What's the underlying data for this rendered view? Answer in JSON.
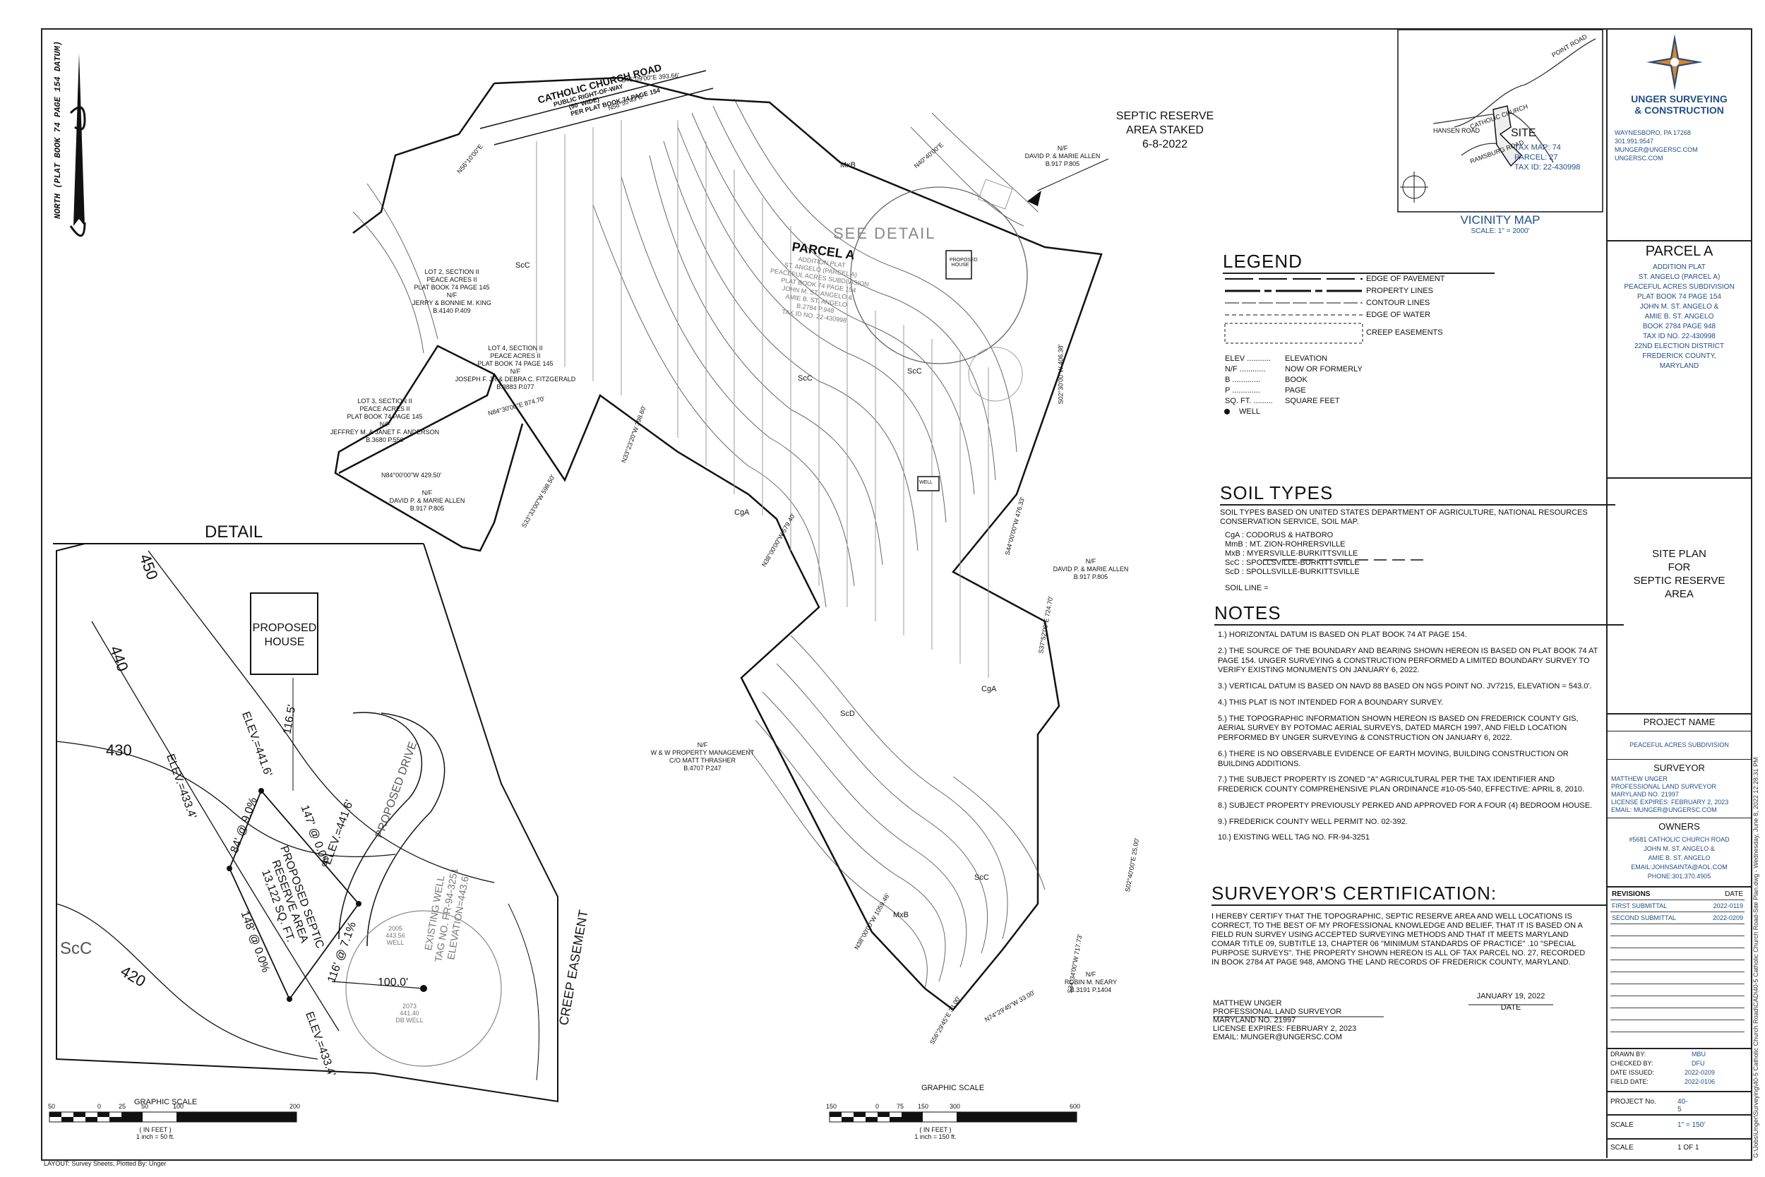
{
  "sheet": {
    "layout_note": "LAYOUT: Survey Sheets, Plotted By: Unger"
  },
  "north_arrow": {
    "label": "NORTH (PLAT BOOK 74 PAGE 154 DATUM)"
  },
  "road": {
    "name": "CATHOLIC CHURCH ROAD",
    "row": "PUBLIC RIGHT-OF-WAY",
    "width": "(50' WIDE)",
    "ref": "PER PLAT BOOK 74 PAGE 154"
  },
  "septic_callout": {
    "line1": "SEPTIC RESERVE",
    "line2": "AREA STAKED",
    "line3": "6-8-2022"
  },
  "see_detail": "SEE DETAIL",
  "parcel_label": {
    "title": "PARCEL A",
    "lines": [
      "ADDITION PLAT",
      "ST. ANGELO (PARCEL A)",
      "PEACEFUL ACRES SUBDIVISION",
      "PLAT BOOK 74 PAGE 154",
      "JOHN M. ST. ANGELO &",
      "AMIE B. ST. ANGELO",
      "B.2784 P.948",
      "TAX ID NO. 22-430998"
    ]
  },
  "adjoiners": [
    {
      "lines": [
        "LOT 2, SECTION II",
        "PEACE ACRES II",
        "PLAT BOOK 74 PAGE 145",
        "N/F",
        "JERRY & BONNIE M. KING",
        "B.4140 P.409"
      ]
    },
    {
      "lines": [
        "LOT 4, SECTION II",
        "PEACE ACRES II",
        "PLAT BOOK 74 PAGE 145",
        "N/F",
        "JOSEPH F. JR & DEBRA C. FITZGERALD",
        "B.3883 P.077"
      ]
    },
    {
      "lines": [
        "LOT 3, SECTION II",
        "PEACE ACRES II",
        "PLAT BOOK 74 PAGE 145",
        "N/F",
        "JEFFREY M. & JANET F. ANDERSON",
        "B.3680 P.550"
      ]
    },
    {
      "lines": [
        "N/F",
        "DAVID P. & MARIE ALLEN",
        "B.917 P.805"
      ]
    },
    {
      "lines": [
        "N/F",
        "DAVID P. & MARIE ALLEN",
        "B.917 P.805"
      ]
    },
    {
      "lines": [
        "N/F",
        "DAVID P. & MARIE ALLEN",
        "B.917 P.805"
      ]
    },
    {
      "lines": [
        "N/F",
        "W & W PROPERTY MANAGEMENT",
        "C/O MATT THRASHER",
        "B.4707 P.247"
      ]
    },
    {
      "lines": [
        "N/F",
        "ROBIN M. NEARY",
        "B.3191 P.1404"
      ]
    }
  ],
  "bearings": [
    "S46°09'00\"E 393.66'",
    "N58°55'43\"E",
    "N56°10'00\"E",
    "N40°40'00\"E",
    "N84°00'00\"W 429.50'",
    "S33°33'00\"W 598.50'",
    "N84°30'00\"E 874.70'",
    "N33°23'20\"W 398.60'",
    "N38°00'00\"W 579.40'",
    "S37°52'00\"E 724.70'",
    "S02°30'00\"W 406.38'",
    "S44°00'00\"W 476.33'",
    "N38°00'00\"W 1059.46'",
    "S02°40'00\"E 25.00'",
    "S34°34'00\"W 717.73'",
    "N74°29'45\"W 33.00'",
    "S56°29'45\"E 33.00'"
  ],
  "soil_labels": [
    "ScC",
    "MxB",
    "ScC",
    "CgA",
    "ScD",
    "CgA",
    "ScC",
    "MxB",
    "ScC"
  ],
  "plan_labels": {
    "proposed_house": "PROPOSED HOUSE",
    "well": "WELL"
  },
  "detail": {
    "title": "DETAIL",
    "house": "PROPOSED HOUSE",
    "contours": [
      "450",
      "440",
      "430",
      "420"
    ],
    "elevs": [
      "ELEV.=441.6'",
      "ELEV.=433.4'",
      "ELEV.=441.6'",
      "ELEV.=433.4'"
    ],
    "dims": [
      "116.5'",
      "84' @ 9.0%",
      "147' @ 0.0%",
      "148' @ 0.0%",
      "116' @ 7.1%",
      "100.0'"
    ],
    "septic": [
      "PROPOSED SEPTIC",
      "RESERVE AREA",
      "13,122 SQ. FT."
    ],
    "drive": "PROPOSED DRIVE",
    "creep": "CREEP EASEMENT",
    "soil": "ScC",
    "well_2005": [
      "2005",
      "443.56",
      "WELL"
    ],
    "well_2073": [
      "2073",
      "441.40",
      "DB WELL"
    ],
    "existing_well": [
      "EXISTING WELL",
      "TAG NO. FR-94-3251",
      "ELEVATION=443.6'"
    ]
  },
  "scale_detail": {
    "title": "GRAPHIC SCALE",
    "ticks": [
      "50",
      "0",
      "25",
      "50",
      "100",
      "200"
    ],
    "unit": "( IN FEET )",
    "ratio": "1 inch = 50 ft."
  },
  "scale_plan": {
    "title": "GRAPHIC SCALE",
    "ticks": [
      "150",
      "0",
      "75",
      "150",
      "300",
      "600"
    ],
    "unit": "( IN FEET )",
    "ratio": "1 inch = 150 ft."
  },
  "vicinity": {
    "title": "VICINITY MAP",
    "scale": "SCALE: 1\" = 2000'",
    "site": "SITE",
    "tax_map": "TAX MAP: 74",
    "parcel": "PARCEL: 27",
    "tax_id": "TAX ID: 22-430998",
    "roads": [
      "POINT ROAD",
      "CATHOLIC CHURCH",
      "HANSEN ROAD",
      "RAMSBURG ROAD"
    ]
  },
  "legend": {
    "title": "LEGEND",
    "rows": [
      "EDGE OF PAVEMENT",
      "PROPERTY LINES",
      "CONTOUR LINES",
      "EDGE OF WATER",
      "CREEP EASEMENTS"
    ],
    "abbrev": [
      {
        "k": "ELEV ...........",
        "v": "ELEVATION"
      },
      {
        "k": "N/F ............",
        "v": "NOW OR FORMERLY"
      },
      {
        "k": "B .............",
        "v": "BOOK"
      },
      {
        "k": "P .............",
        "v": "PAGE"
      },
      {
        "k": "SQ. FT. .........",
        "v": "SQUARE FEET"
      },
      {
        "k": "",
        "v": "WELL"
      }
    ]
  },
  "soil_types": {
    "title": "SOIL TYPES",
    "intro": "SOIL TYPES BASED ON UNITED STATES DEPARTMENT OF AGRICULTURE, NATIONAL RESOURCES CONSERVATION SERVICE, SOIL MAP.",
    "items": [
      "CgA : CODORUS & HATBORO",
      "MmB : MT. ZION-ROHRERSVILLE",
      "MxB : MYERSVILLE-BURKITTSVILLE",
      "ScC : SPOLLSVILLE-BURKITTSVILLE",
      "ScD : SPOLLSVILLE-BURKITTSVILLE"
    ],
    "soil_line": "SOIL LINE ="
  },
  "notes": {
    "title": "NOTES",
    "items": [
      "1.) HORIZONTAL DATUM IS BASED ON PLAT BOOK 74 AT PAGE 154.",
      "2.) THE SOURCE OF THE BOUNDARY AND BEARING SHOWN HEREON IS BASED ON PLAT BOOK 74 AT PAGE 154. UNGER SURVEYING & CONSTRUCTION PERFORMED A LIMITED BOUNDARY SURVEY TO VERIFY EXISTING MONUMENTS ON JANUARY 6, 2022.",
      "3.) VERTICAL DATUM IS BASED ON NAVD 88 BASED ON NGS POINT NO. JV7215, ELEVATION = 543.0'.",
      "4.) THIS PLAT IS NOT INTENDED FOR A BOUNDARY SURVEY.",
      "5.) THE TOPOGRAPHIC INFORMATION SHOWN HEREON IS BASED ON FREDERICK COUNTY GIS, AERIAL SURVEY BY POTOMAC AERIAL SURVEYS, DATED MARCH 1997, AND FIELD LOCATION PERFORMED BY UNGER SURVEYING & CONSTRUCTION ON JANUARY 6, 2022.",
      "6.) THERE IS NO OBSERVABLE EVIDENCE OF EARTH MOVING, BUILDING CONSTRUCTION OR BUILDING ADDITIONS.",
      "7.) THE SUBJECT PROPERTY IS ZONED \"A\" AGRICULTURAL PER THE TAX IDENTIFIER AND FREDERICK COUNTY COMPREHENSIVE PLAN ORDINANCE #10-05-540, EFFECTIVE: APRIL 8, 2010.",
      "8.) SUBJECT PROPERTY PREVIOUSLY PERKED AND APPROVED FOR A FOUR (4) BEDROOM HOUSE.",
      "9.) FREDERICK COUNTY WELL PERMIT NO. 02-392.",
      "10.) EXISTING WELL TAG NO. FR-94-3251"
    ]
  },
  "certification": {
    "title": "SURVEYOR'S CERTIFICATION:",
    "body": "I HEREBY CERTIFY THAT THE TOPOGRAPHIC, SEPTIC RESERVE AREA AND WELL LOCATIONS IS CORRECT, TO THE BEST OF MY PROFESSIONAL KNOWLEDGE AND BELIEF, THAT IT IS BASED ON A FIELD RUN SURVEY USING ACCEPTED SURVEYING METHODS AND THAT IT MEETS MARYLAND COMAR TITLE 09, SUBTITLE 13, CHAPTER 06 \"MINIMUM STANDARDS OF PRACTICE\" .10 \"SPECIAL PURPOSE SURVEYS\". THE PROPERTY SHOWN HEREON IS ALL OF TAX PARCEL NO. 27, RECORDED IN BOOK 2784 AT PAGE 948, AMONG THE LAND RECORDS OF FREDERICK COUNTY, MARYLAND.",
    "signer": [
      "MATTHEW UNGER",
      "PROFESSIONAL LAND SURVEYOR",
      "MARYLAND NO. 21997",
      "LICENSE EXPIRES: FEBRUARY 2, 2023",
      "EMAIL: MUNGER@UNGERSC.COM"
    ],
    "date_value": "JANUARY 19, 2022",
    "date_label": "DATE"
  },
  "titleblock": {
    "company": [
      "UNGER SURVEYING",
      "& CONSTRUCTION"
    ],
    "contact": [
      "WAYNESBORO, PA 17268",
      "301.991.9547",
      "MUNGER@UNGERSC.COM",
      "UNGERSC.COM"
    ],
    "parcel_title": "PARCEL A",
    "parcel_lines": [
      "ADDITION PLAT",
      "ST. ANGELO (PARCEL A)",
      "PEACEFUL ACRES SUBDIVISION",
      "PLAT BOOK 74 PAGE 154",
      "JOHN M. ST. ANGELO &",
      "AMIE B. ST. ANGELO",
      "BOOK 2784 PAGE 948",
      "TAX ID NO. 22-430998",
      "22ND ELECTION DISTRICT",
      "FREDERICK COUNTY,",
      "MARYLAND"
    ],
    "plan_title": [
      "SITE PLAN",
      "FOR",
      "SEPTIC RESERVE",
      "AREA"
    ],
    "project_name_label": "PROJECT NAME",
    "project_name": "PEACEFUL ACRES SUBDIVISION",
    "surveyor_label": "SURVEYOR",
    "surveyor": [
      "MATTHEW UNGER",
      "PROFESSIONAL LAND SURVEYOR",
      "MARYLAND NO. 21997",
      "LICENSE EXPIRES: FEBRUARY 2, 2023",
      "EMAIL: MUNGER@UNGERSC.COM"
    ],
    "owners_label": "OWNERS",
    "owners": [
      "#5681 CATHOLIC CHURCH ROAD",
      "JOHN M. ST. ANGELO &",
      "AMIE B. ST. ANGELO",
      "EMAIL:JOHNSAINTA@AOL.COM",
      "PHONE:301.370.4905"
    ],
    "revisions_label": "REVISIONS",
    "date_label": "DATE",
    "revisions": [
      {
        "name": "FIRST SUBMITTAL",
        "date": "2022-0119"
      },
      {
        "name": "SECOND SUBMITTAL",
        "date": "2022-0209"
      }
    ],
    "meta": [
      {
        "k": "DRAWN BY:",
        "v": "MBU"
      },
      {
        "k": "CHECKED BY:",
        "v": "DFU"
      },
      {
        "k": "DATE ISSUED:",
        "v": "2022-0209"
      },
      {
        "k": "FIELD DATE:",
        "v": "2022-0106"
      }
    ],
    "project_no_label": "PROJECT No.",
    "project_no": "40-5",
    "scale_label": "SCALE",
    "scale": "1\" = 150'",
    "sheet_label": "SCALE",
    "sheet": "1 OF 1",
    "file_path": "G:\\Jobs\\Unger\\Surveying\\40-5 Catholic Church Road\\CAD\\40-5 Catholic Church Road-Site Plan.dwg - Wednesday, June 8, 2022 12:28:31 PM"
  }
}
